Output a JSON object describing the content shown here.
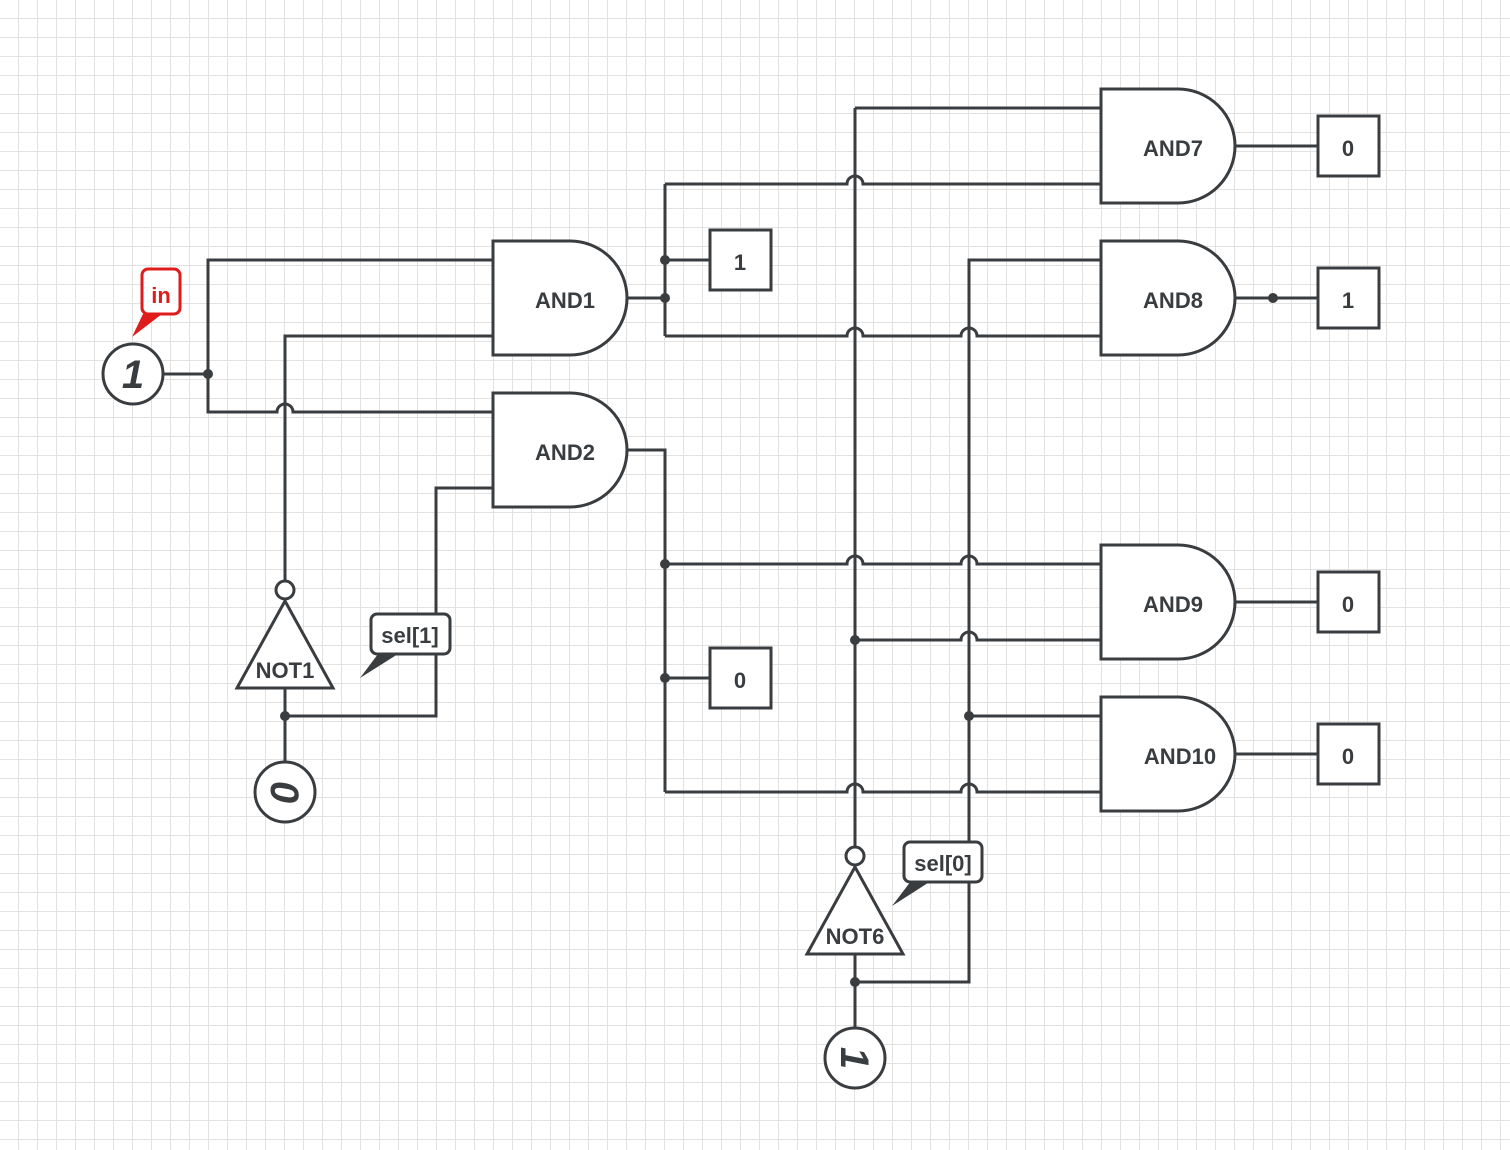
{
  "inputs": {
    "in": {
      "value": "1",
      "tag": "in"
    },
    "sel1": {
      "value": "0",
      "tag": "sel[1]"
    },
    "sel0": {
      "value": "1",
      "tag": "sel[0]"
    }
  },
  "gates": {
    "and1": "AND1",
    "and2": "AND2",
    "and7": "AND7",
    "and8": "AND8",
    "and9": "AND9",
    "and10": "AND10",
    "not1": "NOT1",
    "not6": "NOT6"
  },
  "probes": {
    "and1_out": "1",
    "and2_out": "0"
  },
  "outputs": {
    "out7": "0",
    "out8": "1",
    "out9": "0",
    "out10": "0"
  },
  "colors": {
    "wire": "#3a3d40",
    "tag_in": "#e01b1b",
    "grid": "#e2e2e2"
  }
}
